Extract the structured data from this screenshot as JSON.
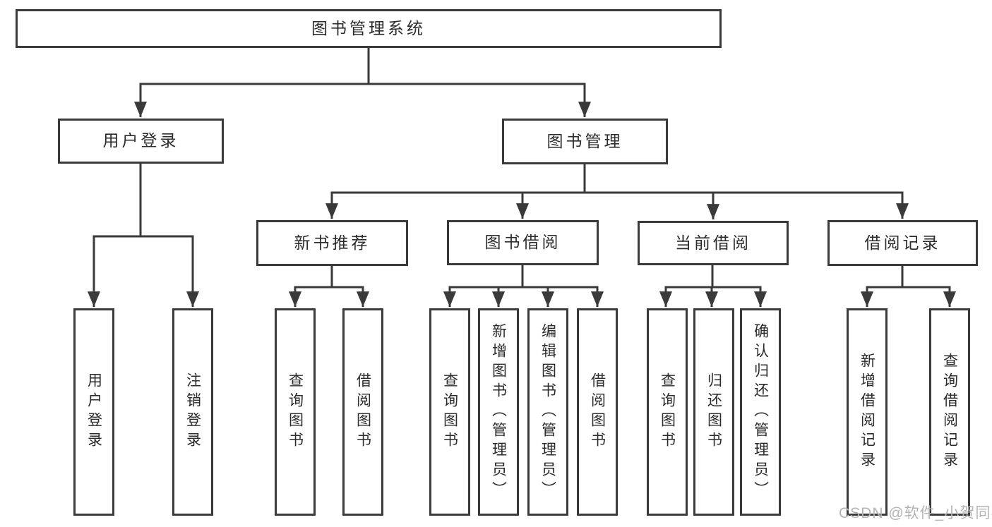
{
  "tree": {
    "label": "图书管理系统",
    "children": [
      {
        "label": "用户登录",
        "children": [
          {
            "label": "用户登录"
          },
          {
            "label": "注销登录"
          }
        ]
      },
      {
        "label": "图书管理",
        "children": [
          {
            "label": "新书推荐",
            "children": [
              {
                "label": "查询图书"
              },
              {
                "label": "借阅图书"
              }
            ]
          },
          {
            "label": "图书借阅",
            "children": [
              {
                "label": "查询图书"
              },
              {
                "label": "新增图书（管理员）"
              },
              {
                "label": "编辑图书（管理员）"
              },
              {
                "label": "借阅图书"
              }
            ]
          },
          {
            "label": "当前借阅",
            "children": [
              {
                "label": "查询图书"
              },
              {
                "label": "归还图书"
              },
              {
                "label": "确认归还（管理员）"
              }
            ]
          },
          {
            "label": "借阅记录",
            "children": [
              {
                "label": "新增借阅记录"
              },
              {
                "label": "查询借阅记录"
              }
            ]
          }
        ]
      }
    ]
  },
  "watermark": {
    "text": "CSDN @软件_小贺同学"
  },
  "colors": {
    "line": "#3a3a3a",
    "text": "#2b2b2b",
    "background": "#ffffff",
    "watermark": "#b4b4b4"
  }
}
